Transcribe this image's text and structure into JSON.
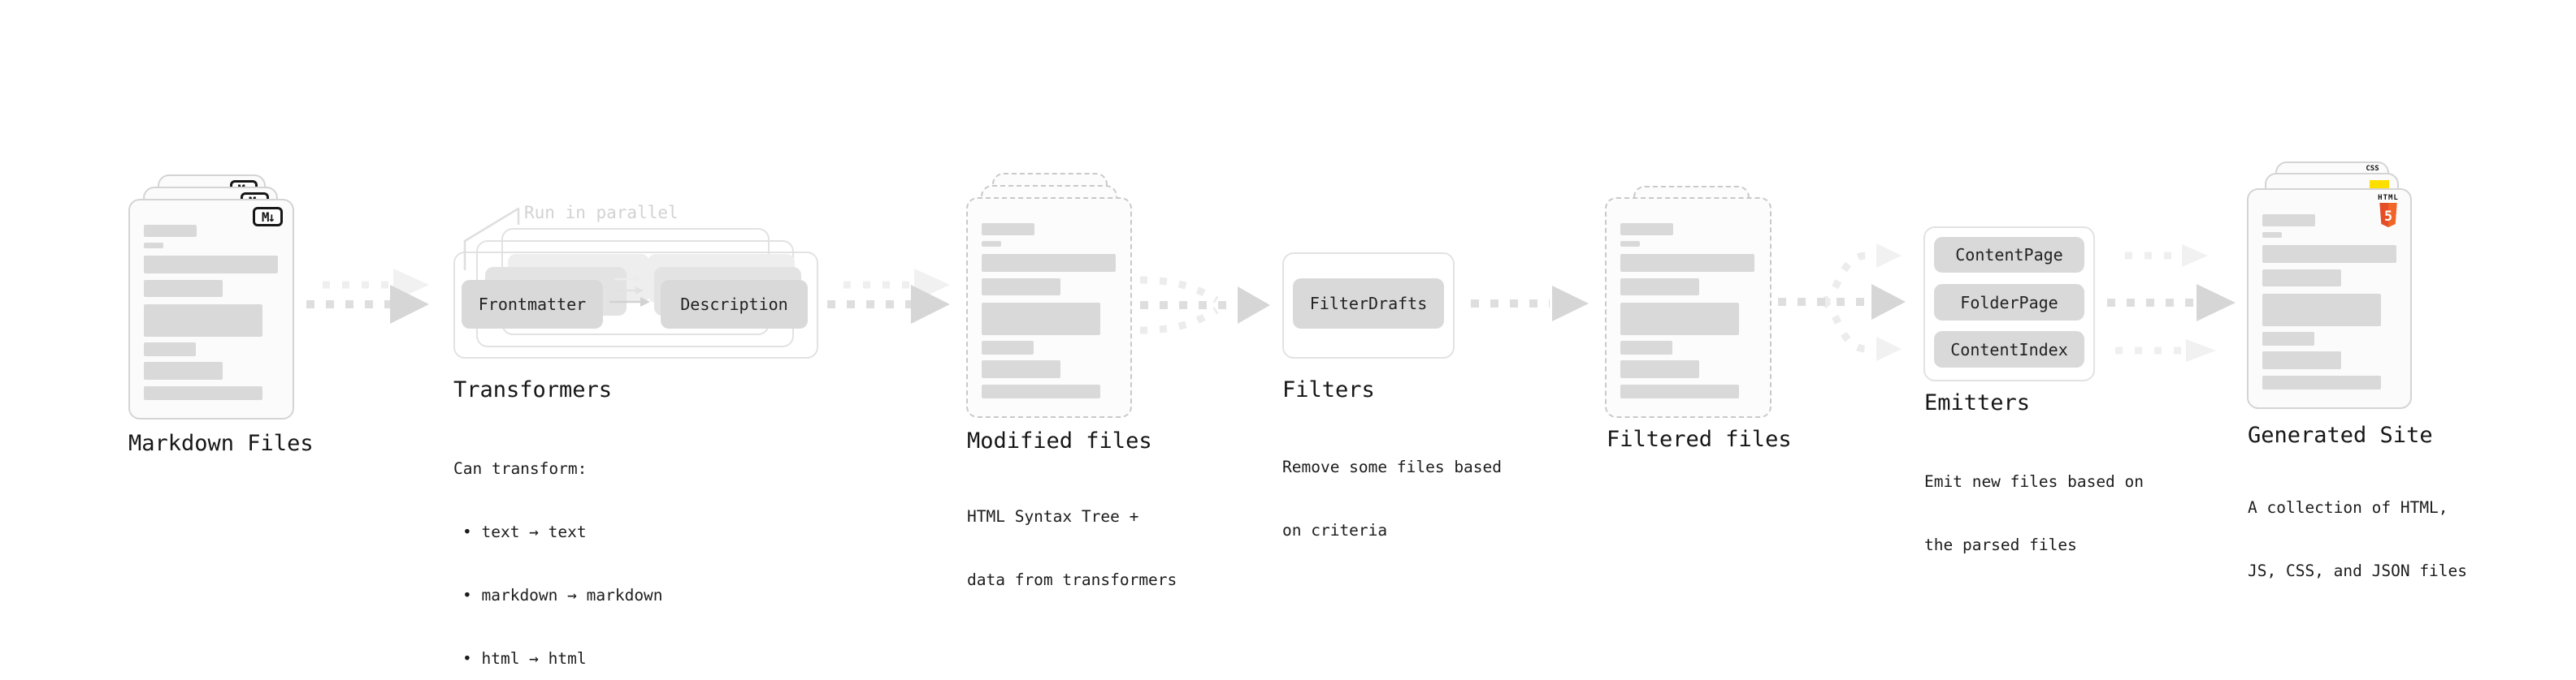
{
  "stages": {
    "markdown": {
      "title": "Markdown Files"
    },
    "transformers": {
      "title": "Transformers",
      "run_label": "Run in parallel",
      "box_frontmatter": "Frontmatter",
      "box_description": "Description",
      "caption_lines": [
        "Can transform:",
        "• text → text",
        "• markdown → markdown",
        "• html → html"
      ]
    },
    "modified": {
      "title": "Modified files",
      "caption_lines": [
        "HTML Syntax Tree +",
        "data from transformers"
      ]
    },
    "filters": {
      "title": "Filters",
      "box_filterdrafts": "FilterDrafts",
      "caption_lines": [
        "Remove some files based",
        "on criteria"
      ]
    },
    "filtered": {
      "title": "Filtered files"
    },
    "emitters": {
      "title": "Emitters",
      "boxes": [
        "ContentPage",
        "FolderPage",
        "ContentIndex"
      ],
      "caption_lines": [
        "Emit new files based on",
        "the parsed files"
      ]
    },
    "generated": {
      "title": "Generated Site",
      "caption_lines": [
        "A collection of HTML,",
        "JS, CSS, and JSON files"
      ]
    }
  },
  "badges": {
    "markdown_glyph": "M↓",
    "html5_label": "HTML",
    "html5_number": "5",
    "css_label": "CSS"
  },
  "colors": {
    "html5_orange": "#e44d26",
    "html5_orange_light": "#f16529",
    "js_yellow": "#ffdf00",
    "css_blue": "#2f6bff"
  }
}
